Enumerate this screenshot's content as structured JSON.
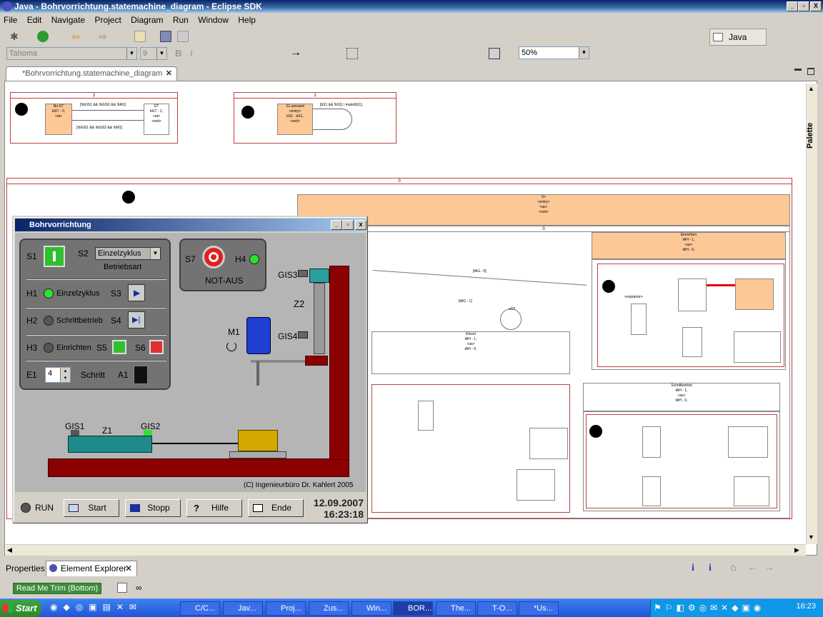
{
  "window": {
    "title": "Java - Bohrvorrichtung.statemachine_diagram - Eclipse SDK",
    "controls": [
      "_",
      "▫",
      "X"
    ]
  },
  "menu": [
    "File",
    "Edit",
    "Navigate",
    "Project",
    "Diagram",
    "Run",
    "Window",
    "Help"
  ],
  "format": {
    "font": "Tahoma",
    "size": "9",
    "zoom": "50%",
    "bold": "B",
    "italic": "I"
  },
  "perspective": "Java",
  "editor_tab": {
    "label": "*Bohrvorrichtung.statemachine_diagram"
  },
  "palette": "Palette",
  "diagram": {
    "region2": "2",
    "region1": "1",
    "region0": "0",
    "r2_state1": [
      "No GT",
      "bGT - 0,",
      "<at>"
    ],
    "r2_state2": [
      "GT",
      "bGT - 1,",
      "<at>",
      "<exit>"
    ],
    "r2_t1": "[!bGIS1 && !bGIS2 && !bM1]",
    "r2_t2": "[!bGIS1 && !bGIS2 && !bM1]",
    "r1_state": [
      "S1 pressed",
      "<entry>",
      "bS1 - bS1,",
      "<exit>"
    ],
    "r1_t": "[bS1 && !bS1] / mute(bS1),",
    "r0_super": [
      "0>",
      "<entry>",
      "<as>",
      "<exit>"
    ],
    "einrichten": [
      "Einrichten",
      "tAH - 1,",
      "<as>",
      "tAH - 0,"
    ],
    "einzel": [
      "Einzel",
      "tAH - 1,",
      "<as>",
      "tAH - 0,"
    ],
    "schritt": [
      "Schrittbetrieb",
      "tAH - 1,",
      "<as>",
      "tAH - 0,"
    ],
    "labels": [
      "<exprartor>",
      "[tAG - 0]",
      "[tAG - 1]",
      "aG6",
      "0",
      "1",
      "2"
    ]
  },
  "bv": {
    "title": "Bohrvorrichtung",
    "s1": "S1",
    "s2": "S2",
    "betriebsart_value": "Einzelzyklus",
    "betriebsart": "Betriebsart",
    "s7": "S7",
    "h4": "H4",
    "notaus": "NOT-AUS",
    "h1": "H1",
    "h1_text": "Einzelzyklus",
    "s3": "S3",
    "h2": "H2",
    "h2_text": "Schrittbetrieb",
    "s4": "S4",
    "h3": "H3",
    "h3_text": "Einrichten",
    "s5": "S5",
    "s6": "S6",
    "e1": "E1",
    "e1_value": "4",
    "schritt": "Schritt",
    "a1": "A1",
    "gis1": "GIS1",
    "gis2": "GIS2",
    "gis3": "GIS3",
    "gis4": "GIS4",
    "z1": "Z1",
    "z2": "Z2",
    "m1": "M1",
    "copyright": "(C) Ingenieurbüro Dr. Kahlert 2005",
    "run": "RUN",
    "start": "Start",
    "stopp": "Stopp",
    "hilfe": "Hilfe",
    "ende": "Ende",
    "date": "12.09.2007",
    "time": "16:23:18"
  },
  "bottom": {
    "properties": "Properties",
    "element_explorer": "Element Explorer",
    "readme": "Read Me Trim (Bottom)"
  },
  "taskbar": {
    "start": "Start",
    "buttons": [
      "C/C...",
      "Jav...",
      "Proj...",
      "Zus...",
      "Win...",
      "BOR...",
      "The...",
      "T-O...",
      "*Us..."
    ],
    "clock": "16:23"
  },
  "colors": {
    "accent": "#0a246a",
    "state_orange": "#fbc896",
    "region_red": "#c04040",
    "panel_gray": "#737373",
    "drill_red": "#8b0000"
  }
}
